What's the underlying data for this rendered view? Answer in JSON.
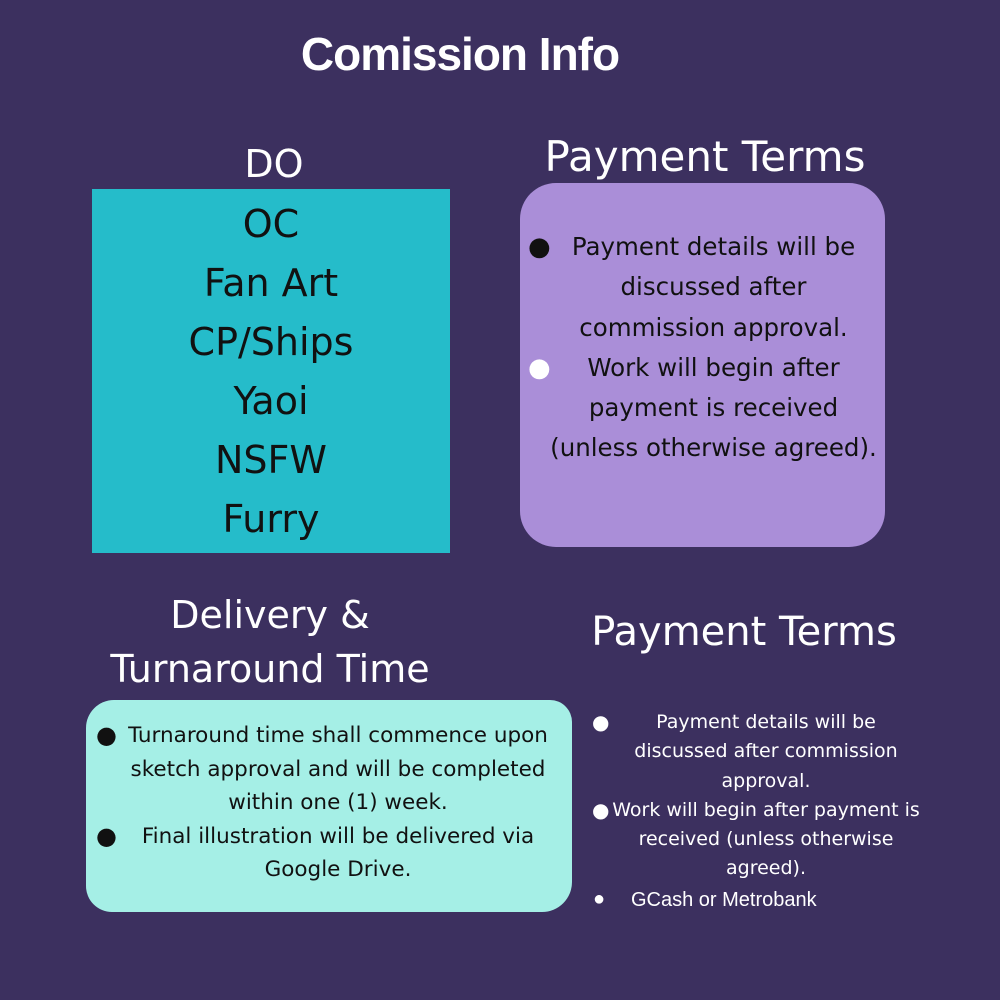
{
  "title": "Comission Info",
  "do_section": {
    "heading": "DO",
    "items": [
      "OC",
      "Fan Art",
      "CP/Ships",
      "Yaoi",
      "NSFW",
      "Furry"
    ],
    "box_color": "#25bcca"
  },
  "payment_terms_top": {
    "heading": "Payment Terms",
    "box_color": "#aa8ed8",
    "bullets": [
      {
        "text": "Payment details will be discussed after commission approval.",
        "bullet_color": "#111111"
      },
      {
        "text": "Work will begin after payment is received (unless otherwise agreed).",
        "bullet_color": "#ffffff"
      }
    ]
  },
  "delivery_section": {
    "heading": "Delivery & Turnaround Time",
    "box_color": "#a5efe6",
    "bullets": [
      "Turnaround time shall commence upon sketch approval and will be completed within one (1) week.",
      "Final illustration will be delivered via Google Drive."
    ]
  },
  "payment_terms_bottom": {
    "heading": "Payment Terms",
    "bullets": [
      "Payment details will be discussed after commission approval.",
      "Work will begin after payment is received (unless otherwise agreed)."
    ],
    "methods": "GCash or Metrobank"
  },
  "colors": {
    "background": "#3c305f",
    "text_light": "#ffffff",
    "text_dark": "#111111"
  }
}
